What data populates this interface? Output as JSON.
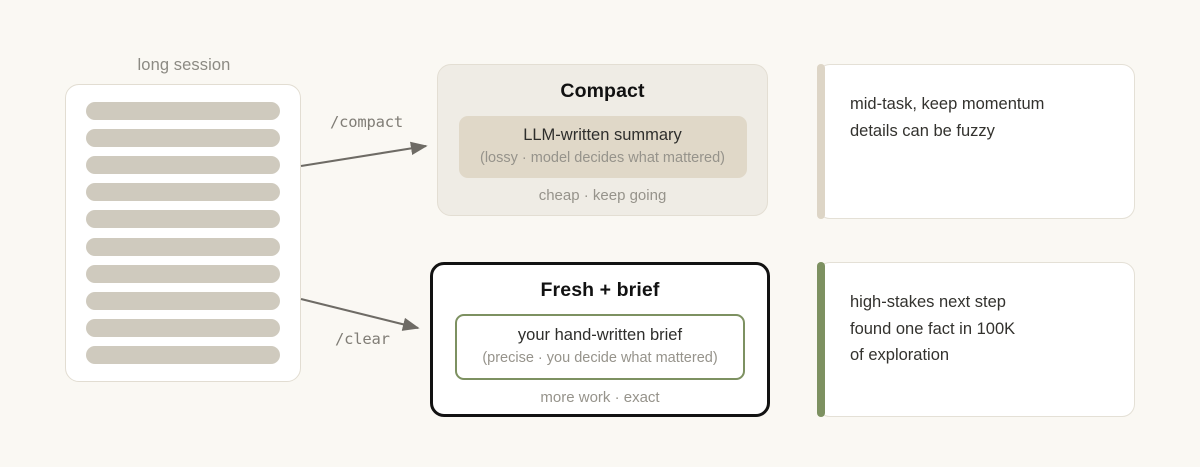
{
  "theme": {
    "background": "#faf8f3",
    "accent_green": "#7d9161",
    "accent_tan": "#ddd5c6",
    "card_compact_bg": "#efece5",
    "inner_compact_bg": "#e0d8c8",
    "bar_color": "#cfcabe",
    "muted_text": "#96938b"
  },
  "session": {
    "label": "long session",
    "bar_count": 10
  },
  "arrows": [
    {
      "label": "/compact",
      "target": "compact-card"
    },
    {
      "label": "/clear",
      "target": "fresh-card"
    }
  ],
  "options": [
    {
      "id": "compact",
      "title": "Compact",
      "inner_main": "LLM-written summary",
      "inner_sub": "(lossy · model decides what mattered)",
      "footer": "cheap · keep going"
    },
    {
      "id": "fresh",
      "title": "Fresh + brief",
      "inner_main": "your hand-written brief",
      "inner_sub": "(precise · you decide what mattered)",
      "footer": "more work · exact"
    }
  ],
  "notes": [
    {
      "id": "note-compact",
      "accent": "#ddd5c6",
      "lines": [
        "mid-task, keep momentum",
        "details can be fuzzy"
      ]
    },
    {
      "id": "note-fresh",
      "accent": "#7d9161",
      "lines": [
        "high-stakes next step",
        "found one fact in 100K",
        "of exploration"
      ]
    }
  ]
}
